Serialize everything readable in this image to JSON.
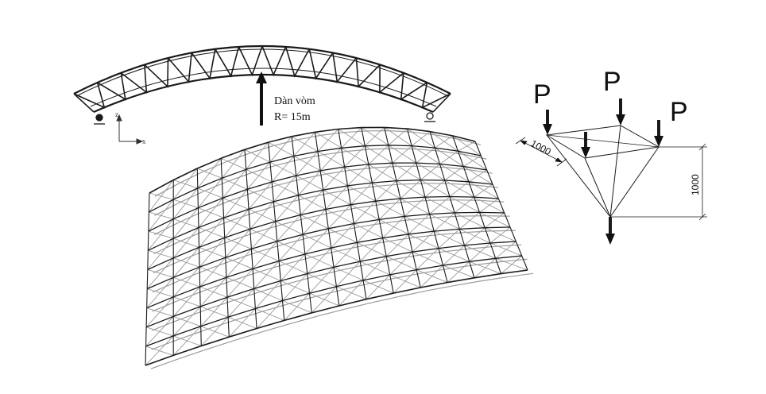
{
  "arch_truss": {
    "label_line1": "Dàn vòm",
    "label_line2": "R= 15m",
    "axis_z": "z",
    "axis_x": "x"
  },
  "space_frame": {
    "description": "curved double-layer space frame grid"
  },
  "node_diagram": {
    "load_left": "P",
    "load_middle": "P",
    "load_right": "P",
    "dim_horizontal": "1000",
    "dim_vertical": "1000"
  },
  "colors": {
    "stroke": "#1a1a1a",
    "grid_light": "#9a9a9a",
    "background": "#ffffff"
  }
}
